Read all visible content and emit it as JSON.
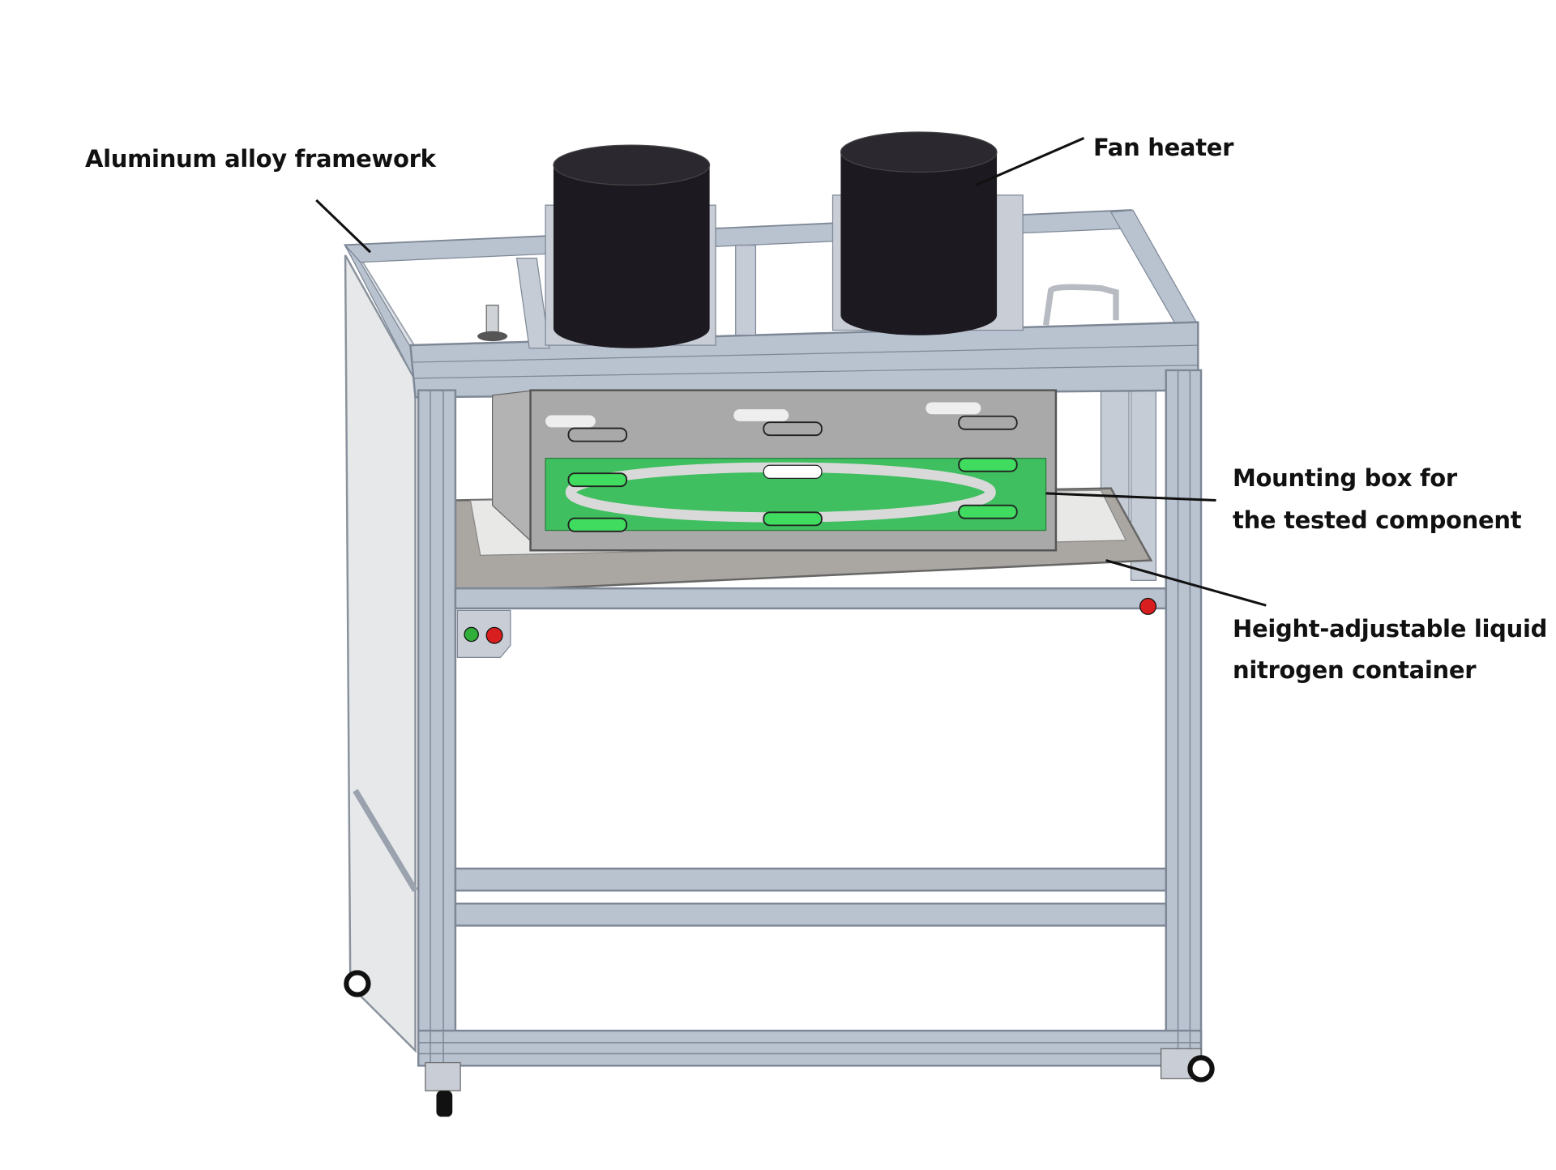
{
  "labels": {
    "framework": "Aluminum alloy framework",
    "fan_heater": "Fan heater",
    "mounting_box_line1": "Mounting box for",
    "mounting_box_line2": "the tested component",
    "ln2_line1": "Height-adjustable liquid",
    "ln2_line2": "nitrogen container"
  },
  "colors": {
    "frame": "#b9c2cf",
    "frame_dark": "#7d8796",
    "side_panel": "#e6e8ea",
    "heater": "#1c1a20",
    "board": "#3fbf5f",
    "box": "#a9a9a9",
    "tray": "#aaa6a1",
    "indicator_red": "#d81e1e",
    "indicator_green": "#2fae3a"
  }
}
